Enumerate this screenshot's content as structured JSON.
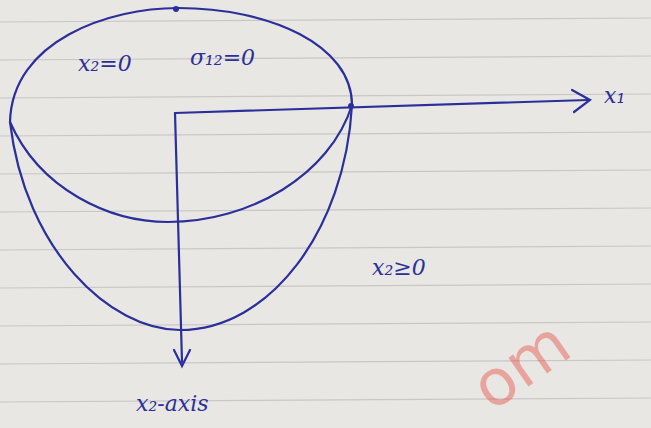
{
  "diagram": {
    "labels": [
      "x₂=0",
      "σ₁₂=0",
      "x₁",
      "x₂≥0",
      "x₂-axis",
      "om"
    ]
  }
}
